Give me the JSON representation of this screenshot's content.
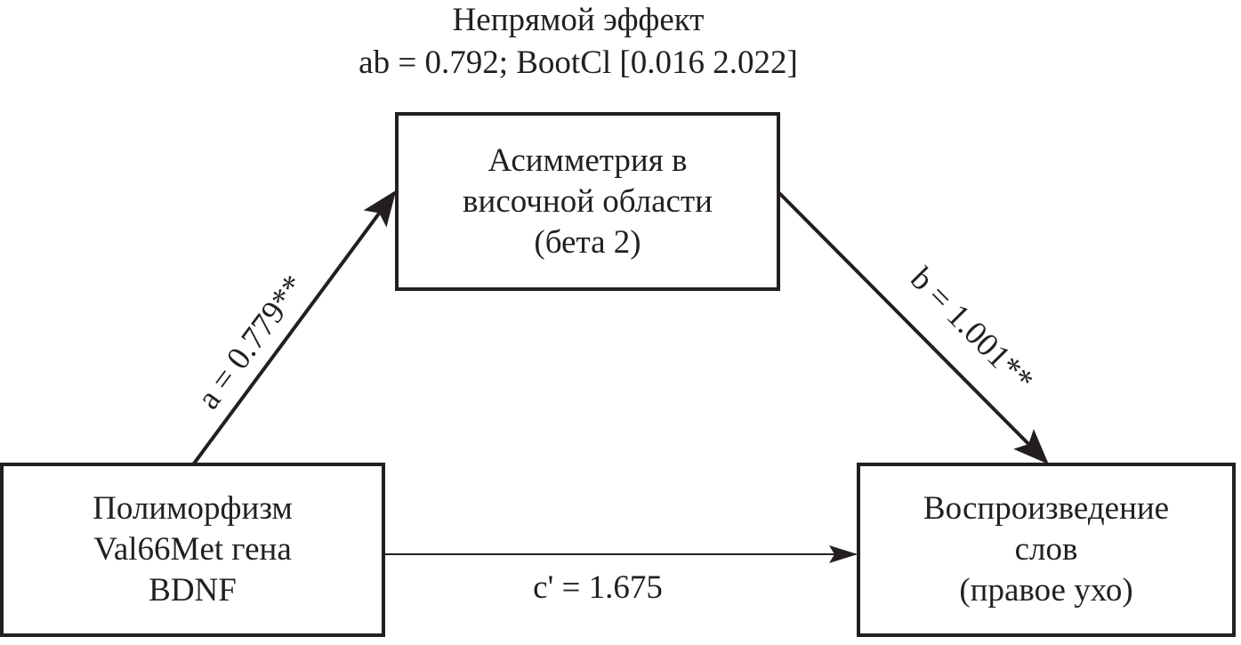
{
  "indirect": {
    "title": "Непрямой эффект",
    "value": "ab = 0.792; BootCl [0.016 2.022]"
  },
  "nodes": {
    "mediator": [
      "Асимметрия в",
      "височной области",
      "(бета 2)"
    ],
    "predictor": [
      "Полиморфизм",
      "Val66Met гена",
      "BDNF"
    ],
    "outcome": [
      "Воспроизведение",
      "слов",
      "(правое ухо)"
    ]
  },
  "paths": {
    "a": "a = 0.779**",
    "b": "b = 1.001**",
    "c_prime": "c' = 1.675"
  }
}
